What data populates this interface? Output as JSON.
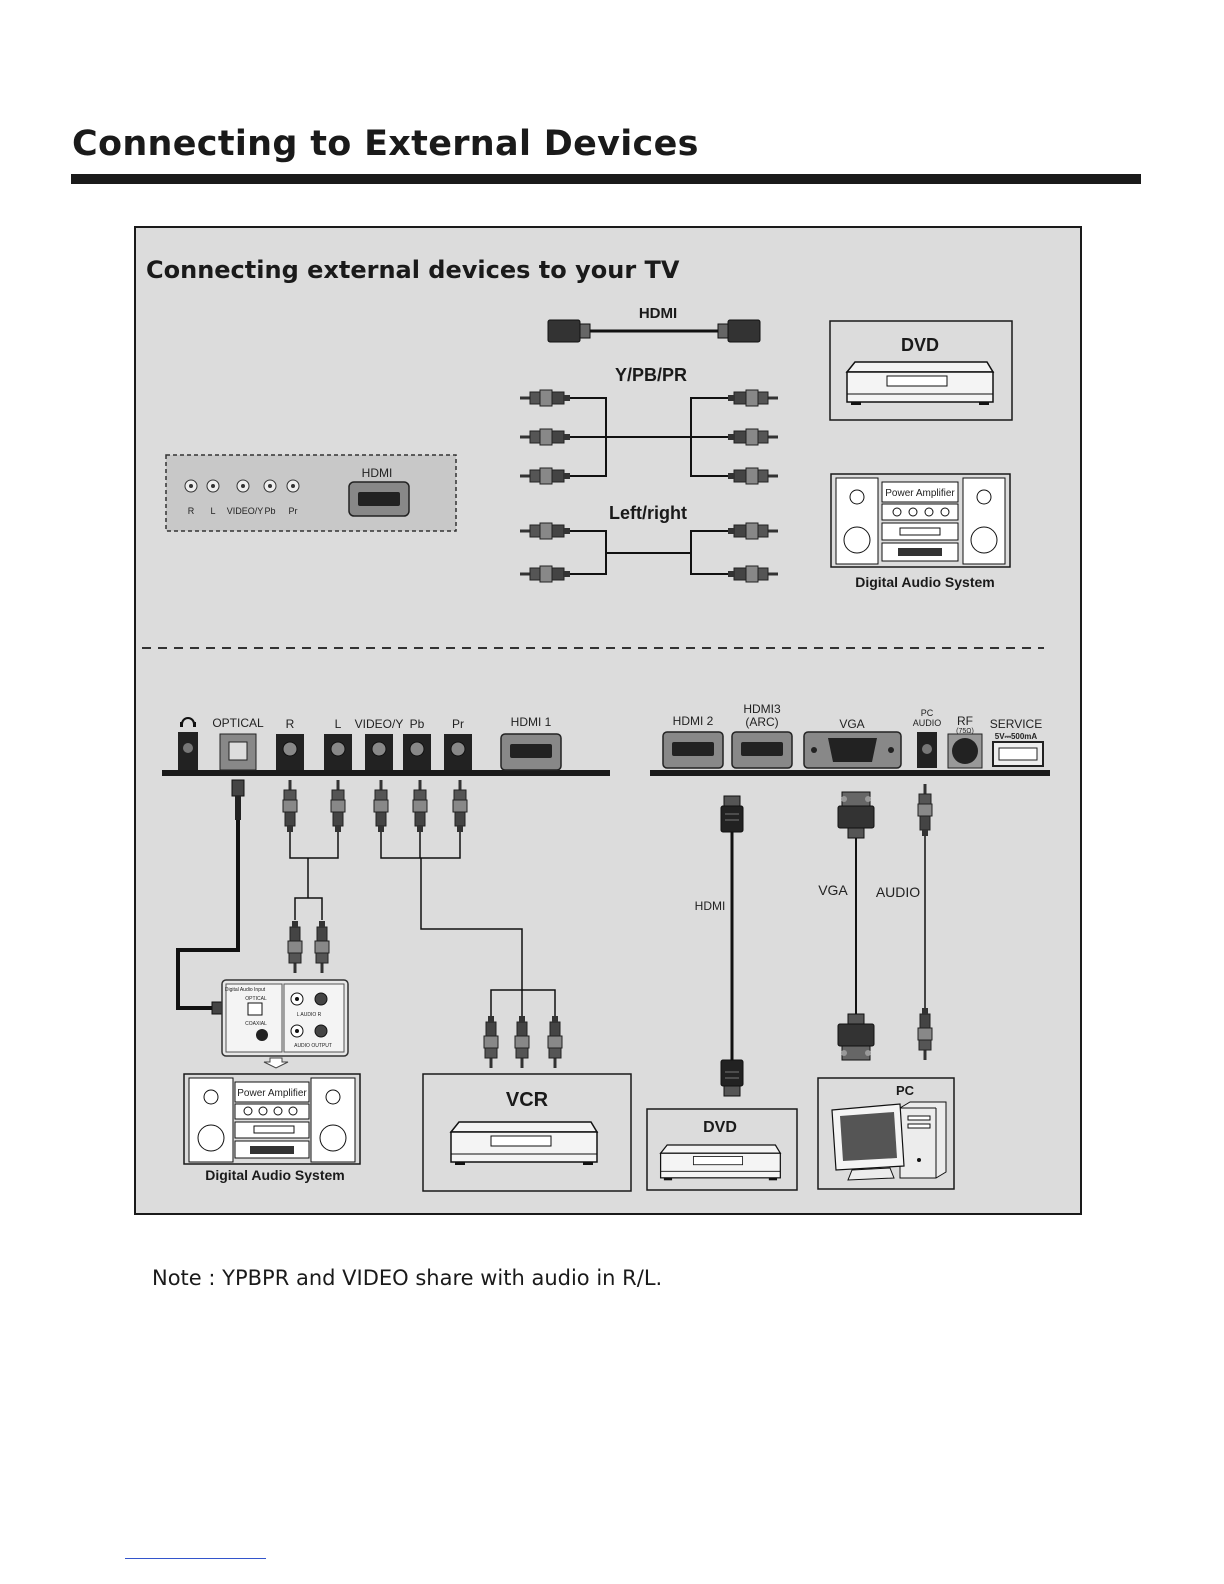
{
  "page": {
    "title": "Connecting to External Devices",
    "note": "Note : YPBPR and VIDEO share with audio in R/L."
  },
  "diagram": {
    "heading": "Connecting external devices to your TV",
    "cables": {
      "hdmi": "HDMI",
      "ypbpr": "Y/PB/PR",
      "left_right": "Left/right",
      "hdmi_vertical": "HDMI",
      "vga": "VGA",
      "audio": "AUDIO"
    },
    "side_panel": {
      "hdmi": "HDMI",
      "r": "R",
      "l": "L",
      "video_y": "VIDEO/Y",
      "pb": "Pb",
      "pr": "Pr"
    },
    "rear_panel_left": {
      "optical": "OPTICAL",
      "r": "R",
      "l": "L",
      "video_y": "VIDEO/Y",
      "pb": "Pb",
      "pr": "Pr",
      "hdmi1": "HDMI 1"
    },
    "rear_panel_right": {
      "hdmi2": "HDMI 2",
      "hdmi3_line1": "HDMI3",
      "hdmi3_line2": "(ARC)",
      "vga": "VGA",
      "pc_audio_line1": "PC",
      "pc_audio_line2": "AUDIO",
      "rf": "RF",
      "rf_sub": "(75Ω)",
      "service": "SERVICE",
      "service_sub": "5V⎓500mA"
    },
    "devices": {
      "dvd_top": "DVD",
      "das_top": "Digital Audio System",
      "power_amp": "Power Amplifier",
      "vcr": "VCR",
      "dvd_bottom": "DVD",
      "pc": "PC",
      "das_bottom": "Digital Audio System"
    },
    "receiver_panel": {
      "title": "Digital Audio Input",
      "optical": "OPTICAL",
      "coaxial": "COAXIAL",
      "audio_lr": "L   AUDIO   R",
      "audio_output": "AUDIO OUTPUT"
    }
  },
  "colors": {
    "panel_bg": "#dcdcdc",
    "ink": "#1a1a1a",
    "page_bg": "#ffffff",
    "footer_link": "#3355cc"
  }
}
